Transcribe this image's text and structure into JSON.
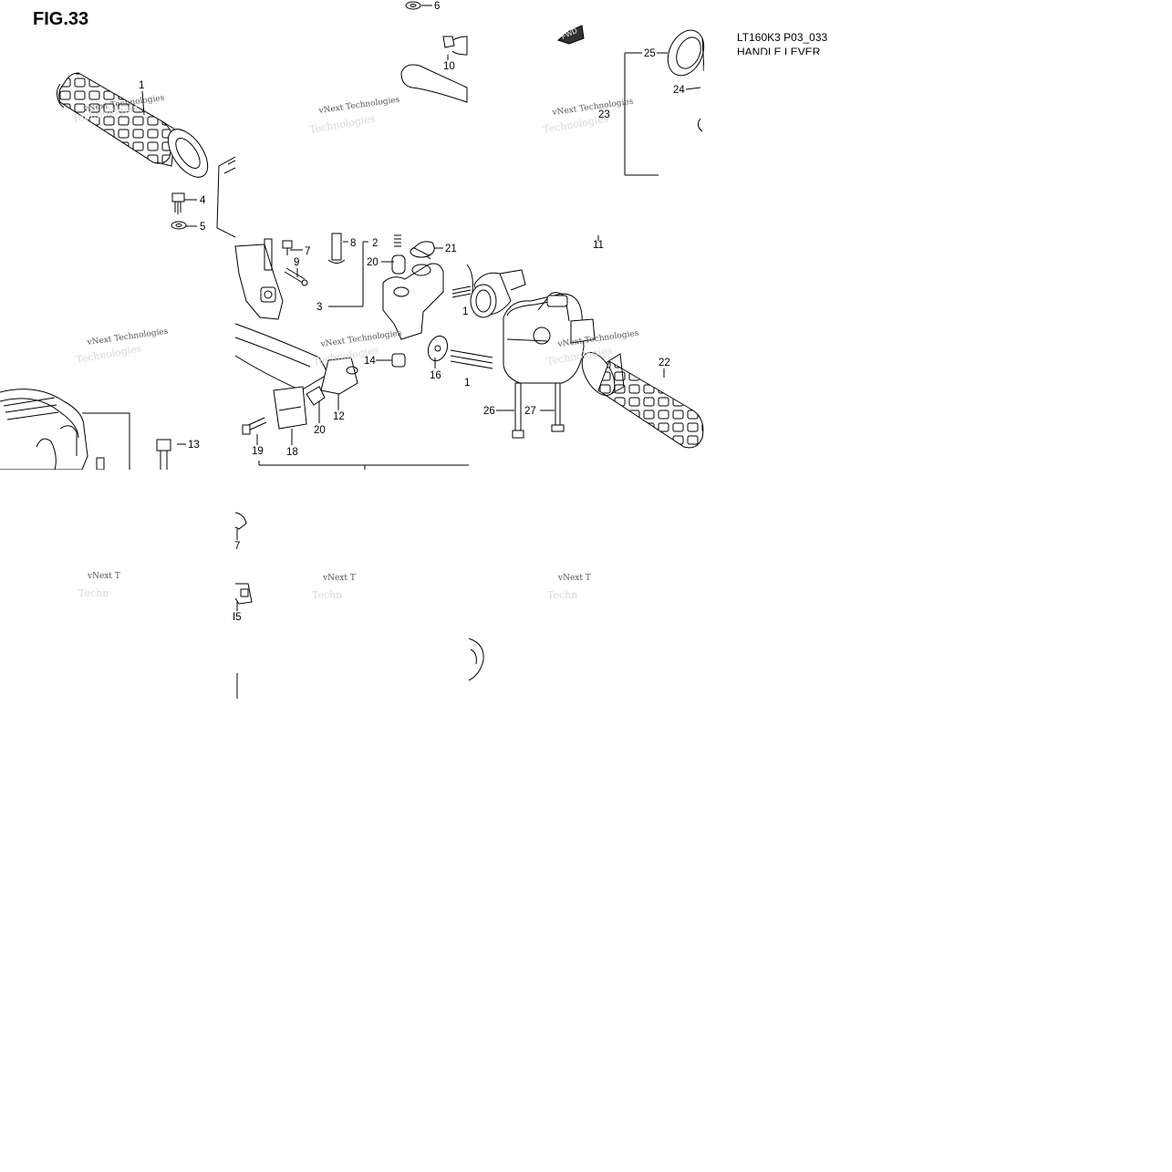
{
  "figure": {
    "title": "FIG.33",
    "code": "LT160K3 P03_033",
    "name": "HANDLE LEVER"
  },
  "watermark": {
    "line1": "vNext Technologies",
    "line2": "Technologies"
  },
  "fwd_label": "FWD",
  "callouts": [
    {
      "id": "c1",
      "text": "1"
    },
    {
      "id": "c2",
      "text": "2"
    },
    {
      "id": "c3",
      "text": "3"
    },
    {
      "id": "c4",
      "text": "4"
    },
    {
      "id": "c5",
      "text": "5"
    },
    {
      "id": "c6",
      "text": "6"
    },
    {
      "id": "c7a",
      "text": "7"
    },
    {
      "id": "c7b",
      "text": "7"
    },
    {
      "id": "c8",
      "text": "8"
    },
    {
      "id": "c9",
      "text": "9"
    },
    {
      "id": "c10",
      "text": "10"
    },
    {
      "id": "c11",
      "text": "11"
    },
    {
      "id": "c12",
      "text": "12"
    },
    {
      "id": "c13",
      "text": "13"
    },
    {
      "id": "c14",
      "text": "14"
    },
    {
      "id": "c15",
      "text": "I5"
    },
    {
      "id": "c16",
      "text": "16"
    },
    {
      "id": "c18",
      "text": "18"
    },
    {
      "id": "c19",
      "text": "19"
    },
    {
      "id": "c20a",
      "text": "20"
    },
    {
      "id": "c20b",
      "text": "20"
    },
    {
      "id": "c21",
      "text": "21"
    },
    {
      "id": "c22",
      "text": "22"
    },
    {
      "id": "c23",
      "text": "23"
    },
    {
      "id": "c24",
      "text": "24"
    },
    {
      "id": "c25",
      "text": "25"
    },
    {
      "id": "c26",
      "text": "26"
    },
    {
      "id": "c27",
      "text": "27"
    },
    {
      "id": "c1b",
      "text": "1"
    },
    {
      "id": "c1c",
      "text": "1"
    }
  ]
}
